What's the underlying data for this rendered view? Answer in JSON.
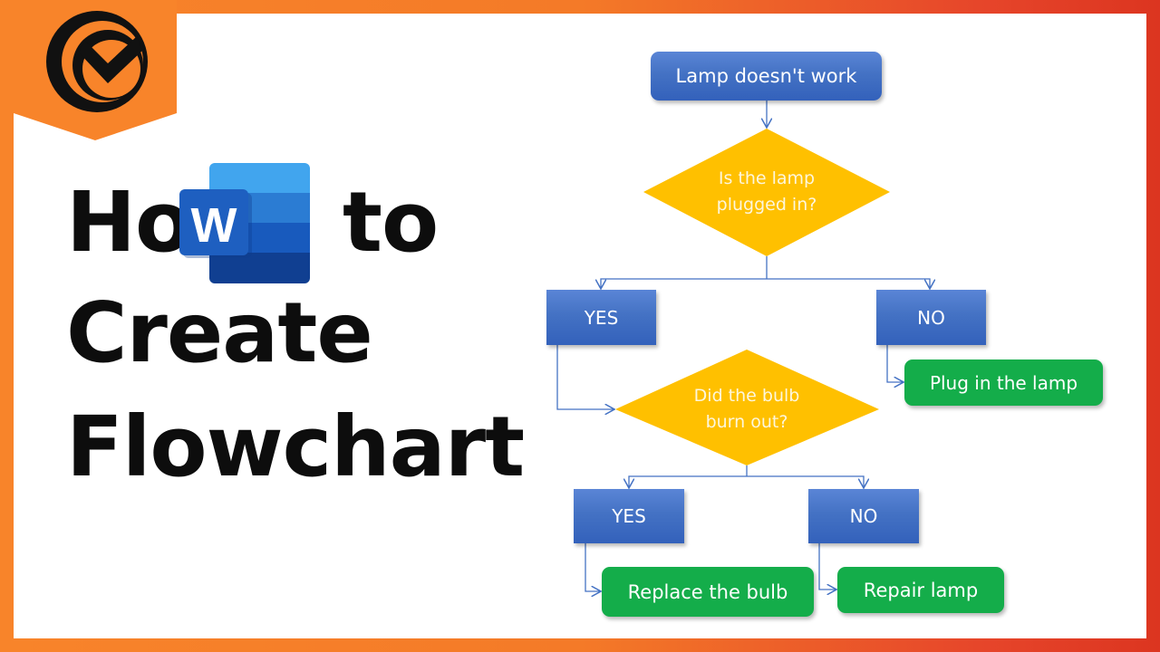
{
  "thumbnail": {
    "frame_colors": {
      "left": "#f8842a",
      "right": "#dc3520",
      "panel": "#ffffff"
    },
    "logo": {
      "icon": "m-circle-logo-icon",
      "banner_color": "#f8842a"
    },
    "title": {
      "line1_pre": "Ho",
      "line1_post": "to",
      "line2": "Create",
      "line3": "Flowchart",
      "embedded_icon": "microsoft-word-icon",
      "word_icon_letter": "W"
    }
  },
  "flowchart": {
    "colors": {
      "process_blue": "#4472c4",
      "decision_yellow": "#ffc000",
      "result_green": "#14ad4a",
      "connector": "#4472c4"
    },
    "start": {
      "label": "Lamp doesn't work"
    },
    "decision1": {
      "line1": "Is the lamp",
      "line2": "plugged in?"
    },
    "yes1": {
      "label": "YES"
    },
    "no1": {
      "label": "NO"
    },
    "result_plug": {
      "label": "Plug in the lamp"
    },
    "decision2": {
      "line1": "Did the bulb",
      "line2": "burn out?"
    },
    "yes2": {
      "label": "YES"
    },
    "no2": {
      "label": "NO"
    },
    "result_replace": {
      "label": "Replace the bulb"
    },
    "result_repair": {
      "label": "Repair lamp"
    }
  }
}
